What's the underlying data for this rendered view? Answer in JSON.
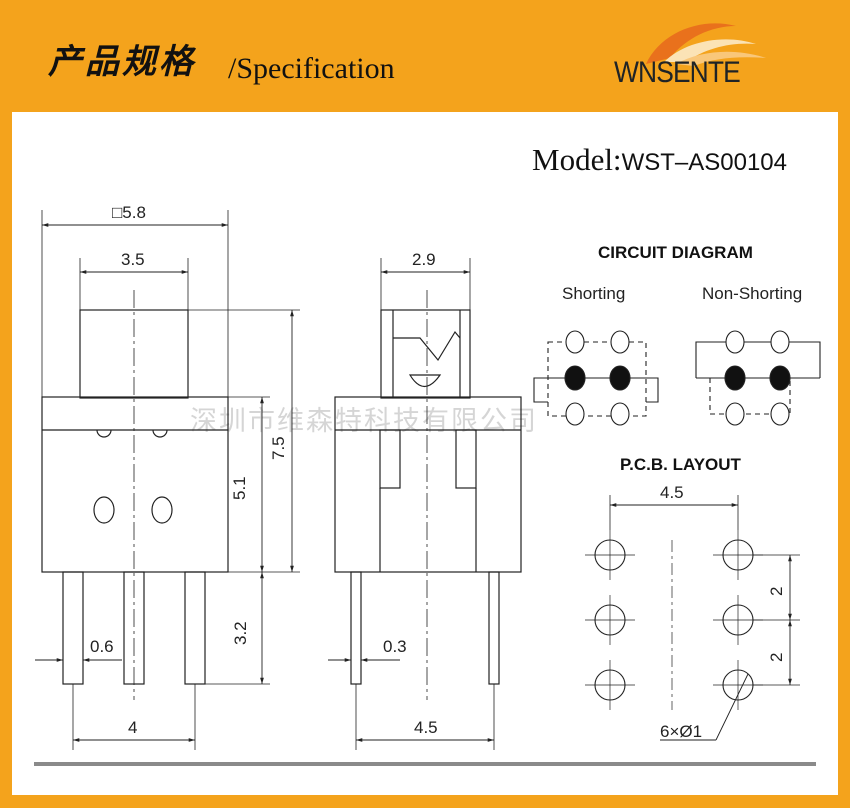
{
  "header": {
    "title_zh": "产品规格",
    "title_en": "/Specification",
    "brand": "WNSENTE",
    "brand_colors": {
      "flame": "#f4a31c",
      "text": "#1f2326",
      "background": "#f4a31c"
    }
  },
  "model": {
    "prefix": "Model:",
    "value": "WST–AS00104"
  },
  "front_view": {
    "dims": {
      "square": "□5.8",
      "knob": "3.5",
      "body_height": "5.1",
      "total_height": "7.5",
      "pin_length": "3.2",
      "pin_width": "0.6",
      "pin_pitch": "4"
    }
  },
  "side_view": {
    "dims": {
      "knob": "2.9",
      "pin_thickness": "0.3",
      "pin_pitch": "4.5"
    }
  },
  "circuit": {
    "heading": "CIRCUIT DIAGRAM",
    "shorting": "Shorting",
    "non_shorting": "Non-Shorting"
  },
  "pcb": {
    "heading": "P.C.B. LAYOUT",
    "dims": {
      "width": "4.5",
      "pitch_top": "2",
      "pitch_bottom": "2",
      "holes": "6×Ø1"
    }
  },
  "watermark": "深圳市维森特科技有限公司"
}
